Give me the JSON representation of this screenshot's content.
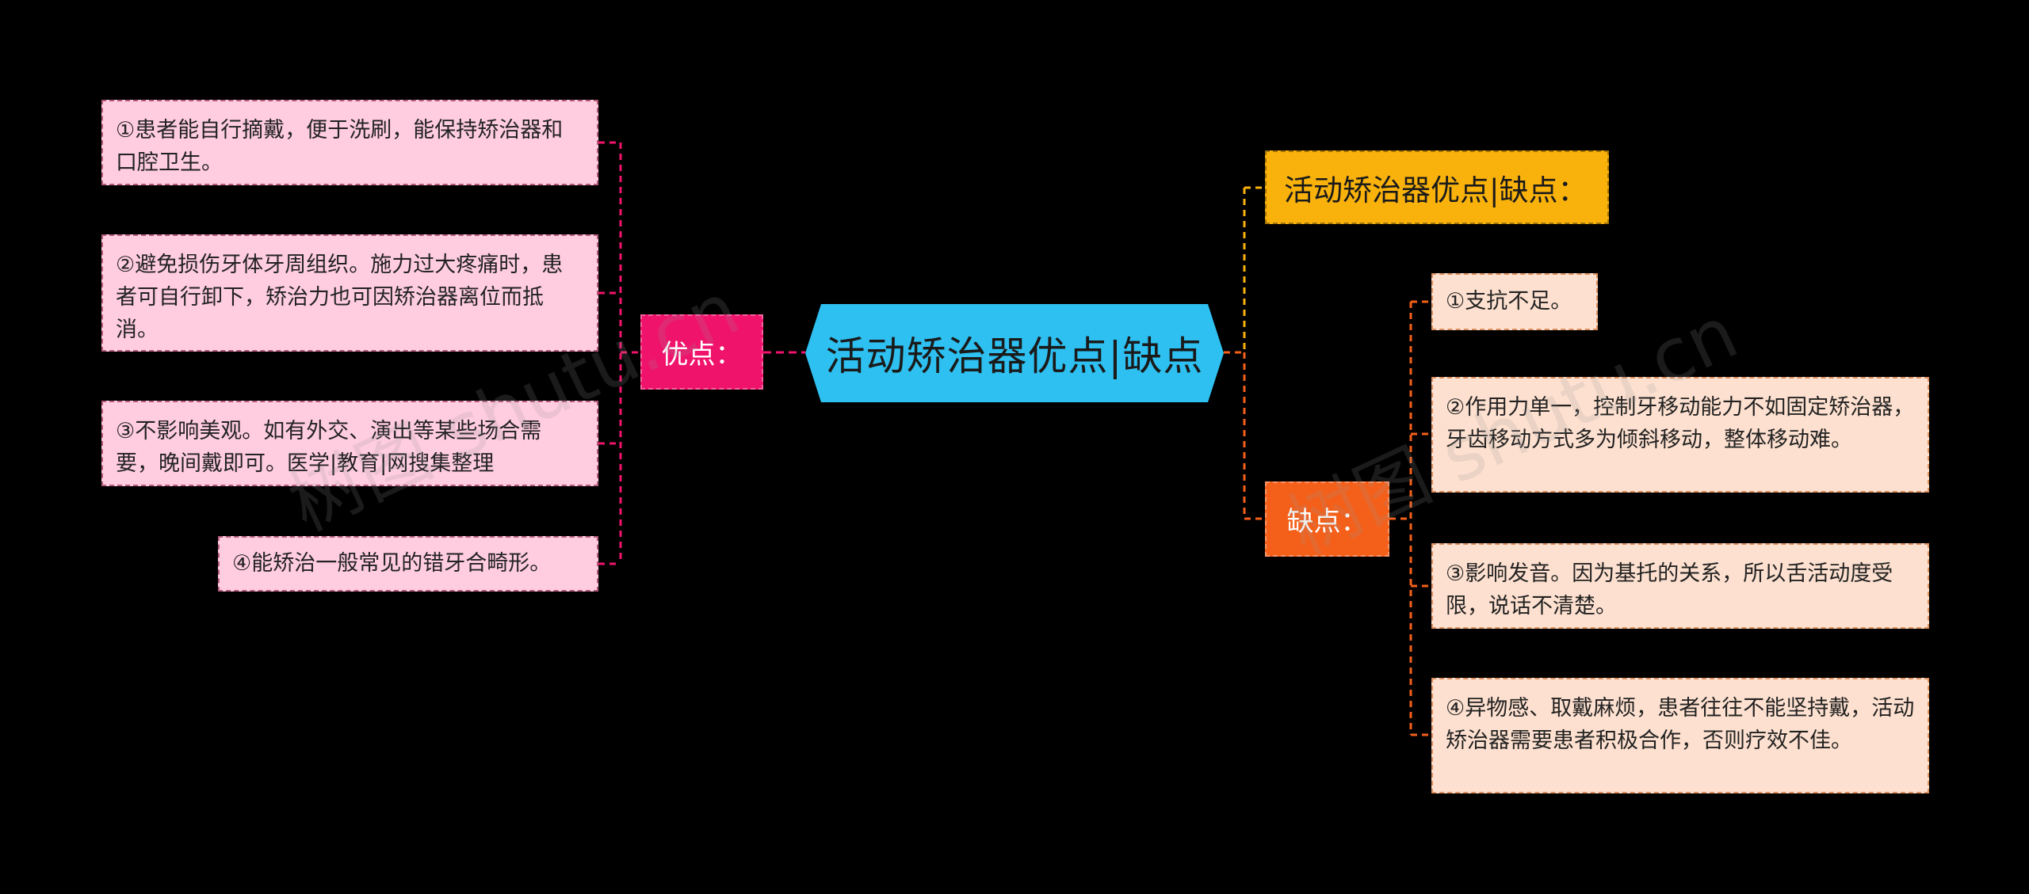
{
  "central": {
    "label": "活动矫治器优点|缺点"
  },
  "header_label": {
    "label": "活动矫治器优点|缺点："
  },
  "pros": {
    "label": "优点：",
    "items": [
      "①患者能自行摘戴，便于洗刷，能保持矫治器和口腔卫生。",
      "②避免损伤牙体牙周组织。施力过大疼痛时，患者可自行卸下，矫治力也可因矫治器离位而抵消。",
      "③不影响美观。如有外交、演出等某些场合需要，晚间戴即可。医学|教育|网搜集整理",
      "④能矫治一般常见的错牙合畸形。"
    ]
  },
  "cons": {
    "label": "缺点：",
    "items": [
      "①支抗不足。",
      "②作用力单一，控制牙移动能力不如固定矫治器，牙齿移动方式多为倾斜移动，整体移动难。",
      "③影响发音。因为基托的关系，所以舌活动度受限，说话不清楚。",
      "④异物感、取戴麻烦，患者往往不能坚持戴，活动矫治器需要患者积极合作，否则疗效不佳。"
    ]
  },
  "watermark": {
    "text": "树图 shutu.cn"
  },
  "colors": {
    "background": "#000000",
    "central": "#2ec0f0",
    "pros_branch": "#f0136c",
    "cons_branch": "#f4601a",
    "header_label": "#f9b20c",
    "pro_leaf": "#ffcce0",
    "con_leaf": "#fde0cf"
  }
}
